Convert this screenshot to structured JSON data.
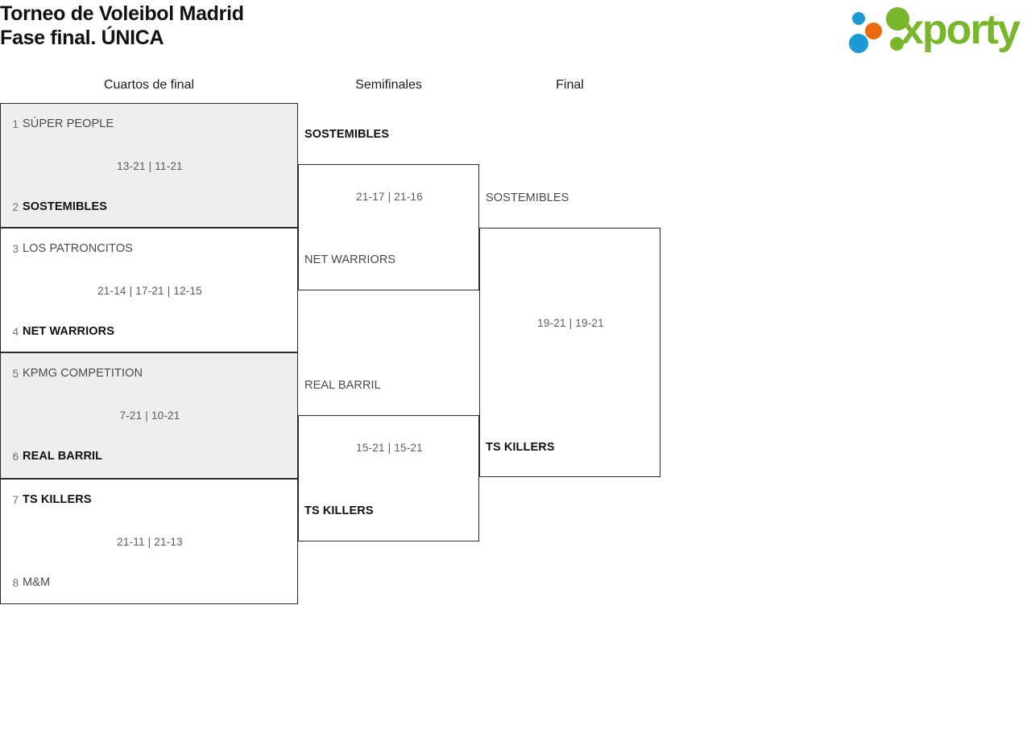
{
  "header": {
    "title": "Torneo de Voleibol Madrid\nFase final. ÚNICA",
    "logo_wordmark": "xporty"
  },
  "rounds": [
    {
      "id": "quarterfinals",
      "label": "Cuartos de final"
    },
    {
      "id": "semifinals",
      "label": "Semifinales"
    },
    {
      "id": "final",
      "label": "Final"
    }
  ],
  "bracket": {
    "quarterfinals": [
      {
        "shaded": true,
        "top": {
          "seed": "1",
          "team": "SÚPER PEOPLE",
          "winner": false
        },
        "bottom": {
          "seed": "2",
          "team": "SOSTEMIBLES",
          "winner": true
        },
        "score": "13-21 | 11-21"
      },
      {
        "shaded": false,
        "top": {
          "seed": "3",
          "team": "LOS PATRONCITOS",
          "winner": false
        },
        "bottom": {
          "seed": "4",
          "team": "NET WARRIORS",
          "winner": true
        },
        "score": "21-14 | 17-21 | 12-15"
      },
      {
        "shaded": true,
        "top": {
          "seed": "5",
          "team": "KPMG COMPETITION",
          "winner": false
        },
        "bottom": {
          "seed": "6",
          "team": "REAL BARRIL",
          "winner": true
        },
        "score": "7-21 | 10-21"
      },
      {
        "shaded": false,
        "top": {
          "seed": "7",
          "team": "TS KILLERS",
          "winner": true
        },
        "bottom": {
          "seed": "8",
          "team": "M&M",
          "winner": false
        },
        "score": "21-11 | 21-13"
      }
    ],
    "semifinals": [
      {
        "top": {
          "team": "SOSTEMIBLES",
          "winner": true
        },
        "bottom": {
          "team": "NET WARRIORS",
          "winner": false
        },
        "score": "21-17 | 21-16"
      },
      {
        "top": {
          "team": "REAL BARRIL",
          "winner": false
        },
        "bottom": {
          "team": "TS KILLERS",
          "winner": true
        },
        "score": "15-21 | 15-21"
      }
    ],
    "final": {
      "top": {
        "team": "SOSTEMIBLES",
        "winner": false
      },
      "bottom": {
        "team": "TS KILLERS",
        "winner": true
      },
      "score": "19-21 | 19-21"
    }
  },
  "colors": {
    "logo_blue": "#1b9ad6",
    "logo_orange": "#e96b0c",
    "logo_green": "#78b62c",
    "shaded_row": "#eeeeee",
    "border": "#2b2b2b"
  }
}
